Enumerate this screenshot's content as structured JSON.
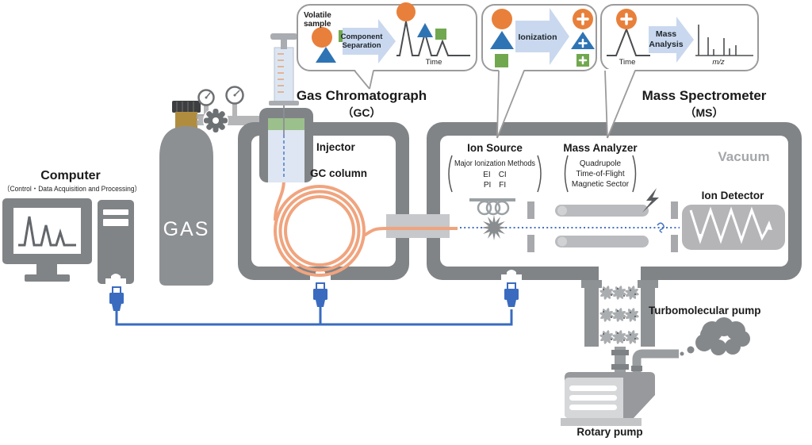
{
  "diagram": {
    "callout_separation": {
      "sample_label_1": "Volatile",
      "sample_label_2": "sample",
      "arrow_label_1": "Component",
      "arrow_label_2": "Separation",
      "axis_label": "Time"
    },
    "callout_ionization": {
      "arrow_label": "Ionization"
    },
    "callout_analysis": {
      "arrow_label_1": "Mass",
      "arrow_label_2": "Analysis",
      "axis_left": "Time",
      "axis_right": "m/z"
    },
    "computer": {
      "title": "Computer",
      "subtitle": "（Control・Data Acquisition and Processing）"
    },
    "gas_cylinder": {
      "label": "GAS"
    },
    "gc": {
      "title": "Gas Chromatograph",
      "subtitle": "（GC）",
      "injector_label": "Injector",
      "column_label": "GC column"
    },
    "ms": {
      "title": "Mass Spectrometer",
      "subtitle": "（MS）",
      "vacuum_label": "Vacuum",
      "ion_source": {
        "title": "Ion Source",
        "note_title": "Major Ionization Methods",
        "note_row_1": "EI CI",
        "note_row_2": "PI FI"
      },
      "mass_analyzer": {
        "title": "Mass Analyzer",
        "note_1": "Quadrupole",
        "note_2": "Time-of-Flight",
        "note_3": "Magnetic Sector"
      },
      "detector_label": "Ion Detector"
    },
    "pumps": {
      "turbo_label": "Turbomolecular pump",
      "rotary_label": "Rotary pump"
    }
  },
  "colors": {
    "box_gray": "#808487",
    "orange": "#E8803B",
    "blue": "#2E74B5",
    "green": "#71A84F",
    "arrow_fill": "#C9D8EE",
    "column_orange": "#F0A47E",
    "beam_blue": "#4472C4",
    "cable_blue": "#3A6BBF",
    "valve_brass": "#B08D3E",
    "vacuum_gray": "#A4A7AA"
  }
}
